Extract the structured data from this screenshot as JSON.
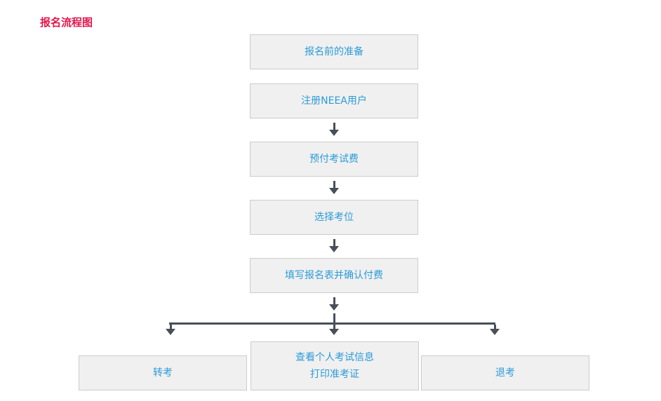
{
  "page": {
    "title": "报名流程图"
  },
  "colors": {
    "title_red": "#e6164b",
    "box_text_blue": "#2b9bd7",
    "box_bg": "#f0f0f0",
    "box_border": "#cccccc",
    "connector": "#474f59"
  },
  "flow": {
    "steps": [
      {
        "label": "报名前的准备"
      },
      {
        "label": "注册NEEA用户"
      },
      {
        "label": "预付考试费"
      },
      {
        "label": "选择考位"
      },
      {
        "label": "填写报名表并确认付费"
      }
    ],
    "branches": {
      "left": {
        "label": "转考"
      },
      "center": {
        "line1": "查看个人考试信息",
        "line2": "打印准考证"
      },
      "right": {
        "label": "退考"
      }
    }
  }
}
